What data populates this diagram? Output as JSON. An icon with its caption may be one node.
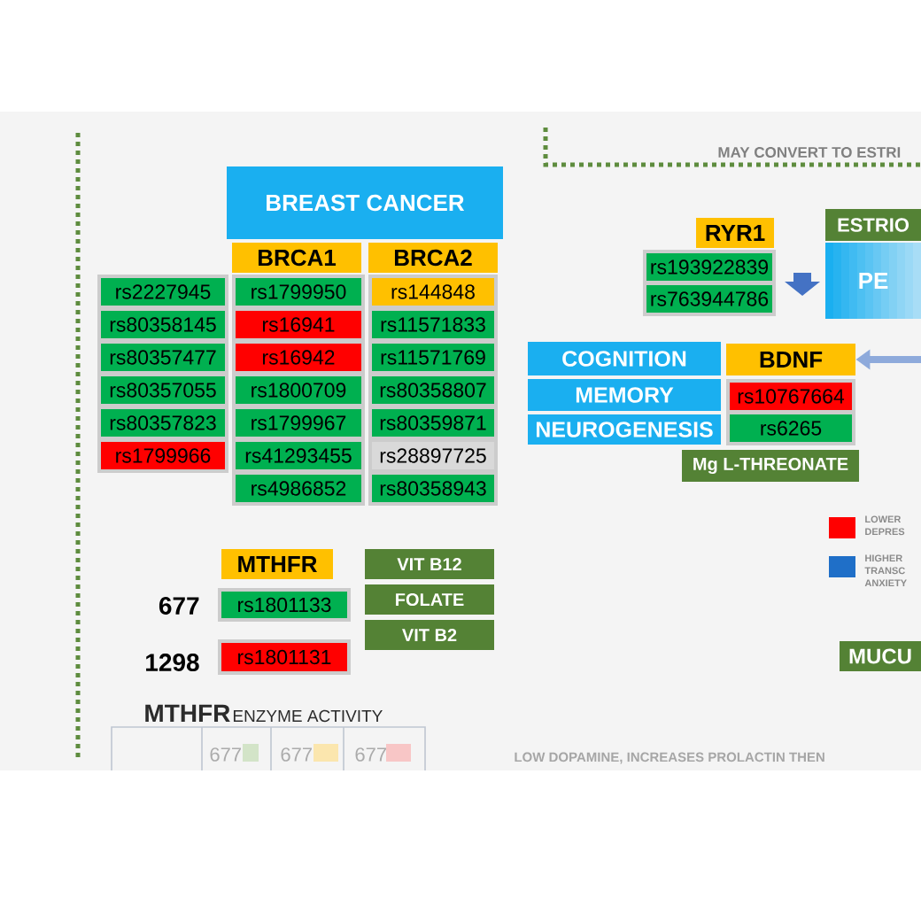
{
  "diagram": {
    "nodes": [
      {
        "text": [
          "BREAST CANCER"
        ]
      },
      {
        "text": [
          "BRCA1"
        ]
      },
      {
        "text": [
          "BRCA2"
        ]
      },
      {
        "text": [
          "rs2227945"
        ]
      },
      {
        "text": [
          "rs80358145"
        ]
      },
      {
        "text": [
          "rs80357477"
        ]
      },
      {
        "text": [
          "rs80357055"
        ]
      },
      {
        "text": [
          "rs80357823"
        ]
      },
      {
        "text": [
          "rs1799966"
        ]
      },
      {
        "text": [
          "rs1799950"
        ]
      },
      {
        "text": [
          "rs16941"
        ]
      },
      {
        "text": [
          "rs16942"
        ]
      },
      {
        "text": [
          "rs1800709"
        ]
      },
      {
        "text": [
          "rs1799967"
        ]
      },
      {
        "text": [
          "rs41293455"
        ]
      },
      {
        "text": [
          "rs4986852"
        ]
      },
      {
        "text": [
          "rs144848"
        ]
      },
      {
        "text": [
          "rs11571833"
        ]
      },
      {
        "text": [
          "rs11571769"
        ]
      },
      {
        "text": [
          "rs80358807"
        ]
      },
      {
        "text": [
          "rs80359871"
        ]
      },
      {
        "text": [
          "rs28897725"
        ]
      },
      {
        "text": [
          "rs80358943"
        ]
      },
      {
        "text": [
          "RYR1"
        ]
      },
      {
        "text": [
          "rs193922839"
        ]
      },
      {
        "text": [
          "rs763944786"
        ]
      },
      {
        "text": [
          "ESTRIO"
        ]
      },
      {
        "text": [
          "PE"
        ]
      },
      {
        "text": [
          "COGNITION"
        ]
      },
      {
        "text": [
          "MEMORY"
        ]
      },
      {
        "text": [
          "NEUROGENESIS"
        ]
      },
      {
        "text": [
          "BDNF"
        ]
      },
      {
        "text": [
          "rs10767664"
        ]
      },
      {
        "text": [
          "rs6265"
        ]
      },
      {
        "text": [
          "Mg L-THREONATE"
        ]
      },
      {
        "text": [
          "MTHFR"
        ]
      },
      {
        "text": [
          "rs1801133"
        ]
      },
      {
        "text": [
          "rs1801131"
        ]
      },
      {
        "text": [
          "VIT B12"
        ]
      },
      {
        "text": [
          "FOLATE"
        ]
      },
      {
        "text": [
          "VIT B2"
        ]
      },
      {
        "text": [
          "MUCU"
        ]
      }
    ],
    "edges": [
      {
        "from": null,
        "to": 31,
        "arrow": "to"
      }
    ],
    "labels": [
      "MAY CONVERT TO ESTRI",
      "677",
      "1298",
      "MTHFR",
      "ENZYME ACTIVITY",
      "677",
      "677",
      "677",
      "LOW DOPAMINE, INCREASES PROLACTIN THEN"
    ],
    "legend": [
      {
        "text": "LOWER DEPRES",
        "color": "#ff0000"
      },
      {
        "text": "HIGHER TRANSC ANXIETY",
        "color": "#1f6fc8"
      }
    ]
  }
}
